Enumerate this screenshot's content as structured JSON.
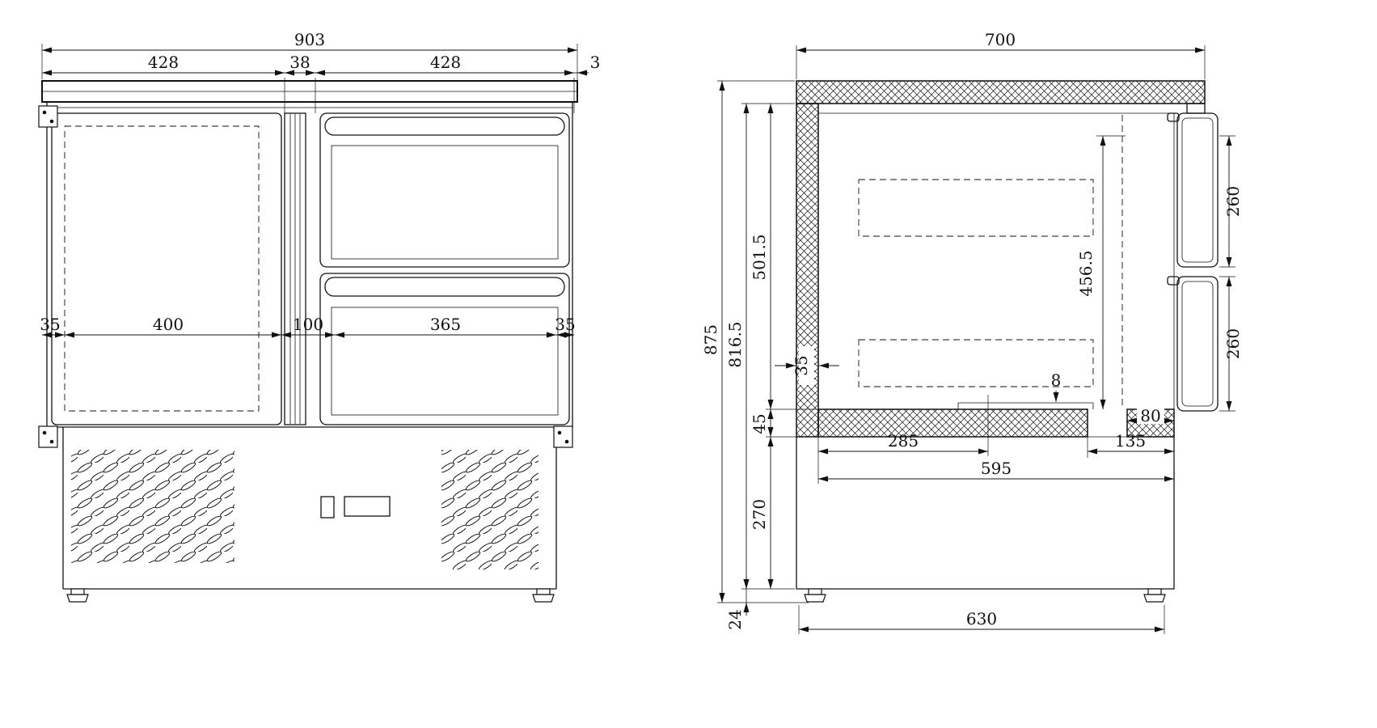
{
  "colors": {
    "line": "#111111",
    "background": "#ffffff"
  },
  "front": {
    "dims": {
      "overall_width": "903",
      "door_width": "428",
      "pillar_width": "38",
      "drawers_width": "428",
      "edge_offset": "3",
      "left_wall": "35",
      "door_opening": "400",
      "center_section": "100",
      "drawer_opening": "365",
      "right_wall": "35"
    }
  },
  "side": {
    "dims": {
      "depth": "700",
      "overall_height": "875",
      "body_height": "816.5",
      "inner_height": "501.5",
      "bottom_panel": "45",
      "base_height": "270",
      "foot_height": "24",
      "wall_thickness": "35",
      "drawer_stack_height": "456.5",
      "upper_drawer_front": "260",
      "lower_drawer_front": "260",
      "rail_thickness": "8",
      "rear_ledge": "80",
      "front_offset": "285",
      "rear_offset": "135",
      "base_depth": "595",
      "feet_spacing": "630"
    }
  }
}
